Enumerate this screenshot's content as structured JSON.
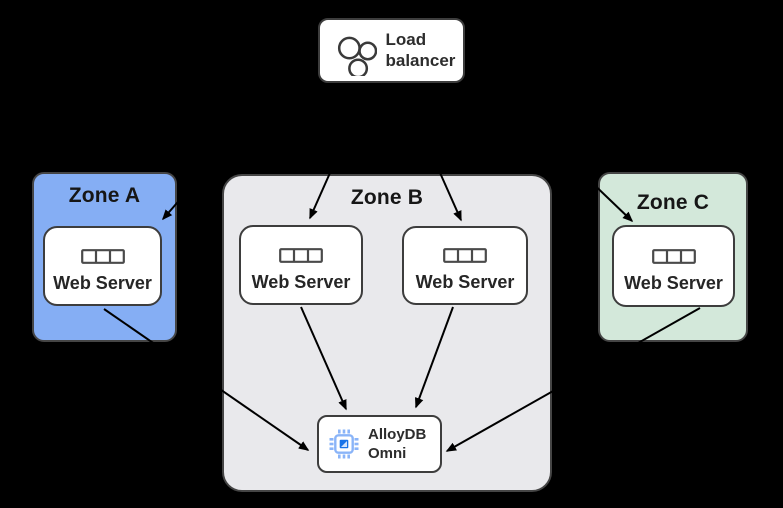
{
  "diagram": {
    "load_balancer": {
      "id": "load-balancer",
      "label": "Load balancer",
      "icon": "load-balancer-circles-icon"
    },
    "zones": [
      {
        "id": "zone-a",
        "label": "Zone A",
        "color": "#85AEF4",
        "servers": [
          {
            "id": "zone-a-web-server",
            "label": "Web Server",
            "icon": "server-rack-icon"
          }
        ]
      },
      {
        "id": "zone-b",
        "label": "Zone B",
        "color": "#E9E9EC",
        "servers": [
          {
            "id": "zone-b-web-server-1",
            "label": "Web Server",
            "icon": "server-rack-icon"
          },
          {
            "id": "zone-b-web-server-2",
            "label": "Web Server",
            "icon": "server-rack-icon"
          }
        ]
      },
      {
        "id": "zone-c",
        "label": "Zone C",
        "color": "#D3E8DA",
        "servers": [
          {
            "id": "zone-c-web-server",
            "label": "Web Server",
            "icon": "server-rack-icon"
          }
        ]
      }
    ],
    "database": {
      "id": "alloydb-omni",
      "label": "AlloyDB Omni",
      "icon": "alloydb-chip-icon"
    },
    "edges": [
      {
        "from": "load-balancer",
        "to": "zone-a-web-server"
      },
      {
        "from": "load-balancer",
        "to": "zone-b-web-server-1"
      },
      {
        "from": "load-balancer",
        "to": "zone-b-web-server-2"
      },
      {
        "from": "load-balancer",
        "to": "zone-c-web-server"
      },
      {
        "from": "zone-a-web-server",
        "to": "alloydb-omni"
      },
      {
        "from": "zone-b-web-server-1",
        "to": "alloydb-omni"
      },
      {
        "from": "zone-b-web-server-2",
        "to": "alloydb-omni"
      },
      {
        "from": "zone-c-web-server",
        "to": "alloydb-omni"
      }
    ],
    "colors": {
      "background": "#000000",
      "zone_a_fill": "#85AEF4",
      "zone_b_fill": "#E9E9EC",
      "zone_c_fill": "#D3E8DA",
      "node_fill": "#FFFFFF",
      "node_border": "#3D3D3D",
      "arrow": "#000000",
      "alloydb_icon_light_blue": "#8AB4F8",
      "alloydb_icon_dark_blue": "#1A73E8"
    }
  }
}
